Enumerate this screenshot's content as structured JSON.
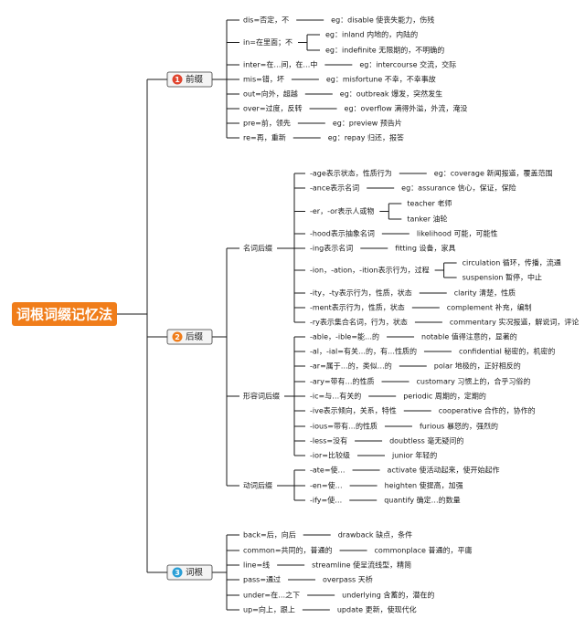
{
  "root": "词根词缀记忆法",
  "categories": [
    {
      "num": "1",
      "label": "前缀",
      "color": "#e0452f",
      "items": [
        {
          "t": "dis=否定，不",
          "ex": [
            "eg：disable 使丧失能力，伤残"
          ]
        },
        {
          "t": "in=在里面；不",
          "ex": [
            "eg：inland 内地的，内陆的",
            "eg：indefinite 无限期的，不明确的"
          ]
        },
        {
          "t": "inter=在…间，在…中",
          "ex": [
            "eg：intercourse 交流，交际"
          ]
        },
        {
          "t": "mis=错，坏",
          "ex": [
            "eg：misfortune 不幸，不幸事故"
          ]
        },
        {
          "t": "out=向外，超越",
          "ex": [
            "eg：outbreak 爆发，突然发生"
          ]
        },
        {
          "t": "over=过度，反转",
          "ex": [
            "eg：overflow 满得外溢，外流，淹没"
          ]
        },
        {
          "t": "pre=前，领先",
          "ex": [
            "eg：preview 预告片"
          ]
        },
        {
          "t": "re=再，重新",
          "ex": [
            "eg：repay 归还，报答"
          ]
        }
      ]
    },
    {
      "num": "2",
      "label": "后缀",
      "color": "#f07d1a",
      "groups": [
        {
          "label": "名词后缀",
          "items": [
            {
              "t": "-age表示状态，性质行为",
              "ex": [
                "eg：coverage 新闻报道，覆盖范围"
              ]
            },
            {
              "t": "-ance表示名词",
              "ex": [
                "eg：assurance 信心，保证，保险"
              ]
            },
            {
              "t": "-er，-or表示人或物",
              "ex": [
                "teacher 老师",
                "tanker 油轮"
              ]
            },
            {
              "t": "-hood表示抽象名词",
              "ex": [
                "likelihood 可能，可能性"
              ]
            },
            {
              "t": "-ing表示名词",
              "ex": [
                "fitting 设备，家具"
              ]
            },
            {
              "t": "-ion，-ation，-ition表示行为，过程",
              "ex": [
                "circulation 循环，传播，流通",
                "suspension 暂停，中止"
              ]
            },
            {
              "t": "-ity，-ty表示行为，性质，状态",
              "ex": [
                "clarity 清楚，性质"
              ]
            },
            {
              "t": "-ment表示行为，性质，状态",
              "ex": [
                "complement 补充，编制"
              ]
            },
            {
              "t": "-ry表示集合名词，行为，状态",
              "ex": [
                "commentary 实况报道，解说词，评论"
              ]
            }
          ]
        },
        {
          "label": "形容词后缀",
          "items": [
            {
              "t": "-able，-ible=能…的",
              "ex": [
                "notable 值得注意的，显著的"
              ]
            },
            {
              "t": "-al，-ial=有关…的，有…性质的",
              "ex": [
                "confidential 秘密的，机密的"
              ]
            },
            {
              "t": "-ar=属于…的，类似…的",
              "ex": [
                "polar 地极的，正好相反的"
              ]
            },
            {
              "t": "-ary=带有…的性质",
              "ex": [
                "customary 习惯上的，合乎习俗的"
              ]
            },
            {
              "t": "-ic=与…有关的",
              "ex": [
                "periodic 周期的，定期的"
              ]
            },
            {
              "t": "-ive表示倾向，关系，特性",
              "ex": [
                "cooperative 合作的，协作的"
              ]
            },
            {
              "t": "-ious=带有…的性质",
              "ex": [
                "furious 暴怒的，强烈的"
              ]
            },
            {
              "t": "-less=没有",
              "ex": [
                "doubtless 毫无疑问的"
              ]
            },
            {
              "t": "-ior=比较级",
              "ex": [
                "junior 年轻的"
              ]
            }
          ]
        },
        {
          "label": "动词后缀",
          "items": [
            {
              "t": "-ate=使…",
              "ex": [
                "activate 使活动起来，使开始起作"
              ]
            },
            {
              "t": "-en=使…",
              "ex": [
                "heighten 使提高，加强"
              ]
            },
            {
              "t": "-ify=使…",
              "ex": [
                "quantify 确定…的数量"
              ]
            }
          ]
        }
      ]
    },
    {
      "num": "3",
      "label": "词根",
      "color": "#2b9fd6",
      "items": [
        {
          "t": "back=后，向后",
          "ex": [
            "drawback 缺点，条件"
          ]
        },
        {
          "t": "common=共同的，普通的",
          "ex": [
            "commonplace 普通的，平庸"
          ]
        },
        {
          "t": "line=线",
          "ex": [
            "streamline 使呈流线型，精简"
          ]
        },
        {
          "t": "pass=通过",
          "ex": [
            "overpass 天桥"
          ]
        },
        {
          "t": "under=在…之下",
          "ex": [
            "underlying 含蓄的，潜在的"
          ]
        },
        {
          "t": "up=向上，跟上",
          "ex": [
            "update 更新，使现代化"
          ]
        }
      ]
    }
  ]
}
